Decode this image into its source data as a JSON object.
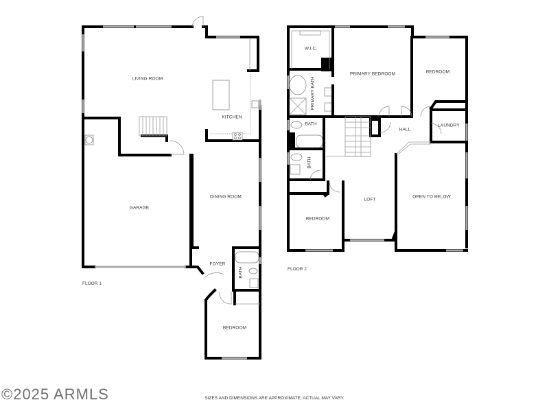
{
  "floor1": {
    "label": "FLOOR 1",
    "rooms": {
      "living_room": "LIVING ROOM",
      "kitchen": "KITCHEN",
      "garage": "GARAGE",
      "dining_room": "DINING ROOM",
      "foyer": "FOYER",
      "bath": "BATH",
      "bedroom": "BEDROOM"
    }
  },
  "floor2": {
    "label": "FLOOR 2",
    "rooms": {
      "wic": "W.I.C.",
      "primary_bedroom": "PRIMARY BEDROOM",
      "bedroom_ne": "BEDROOM",
      "primary_bath": "PRIMARY BATH",
      "bath_upper": "BATH",
      "bath_lower": "BATH",
      "hall": "HALL",
      "laundry": "LAUNDRY",
      "loft": "LOFT",
      "open_to_below": "OPEN TO BELOW",
      "bedroom_sw": "BEDROOM"
    }
  },
  "footer": {
    "watermark": "©2025 ARMLS",
    "disclaimer": "SIZES AND DIMENSIONS ARE APPROXIMATE, ACTUAL MAY VARY."
  }
}
